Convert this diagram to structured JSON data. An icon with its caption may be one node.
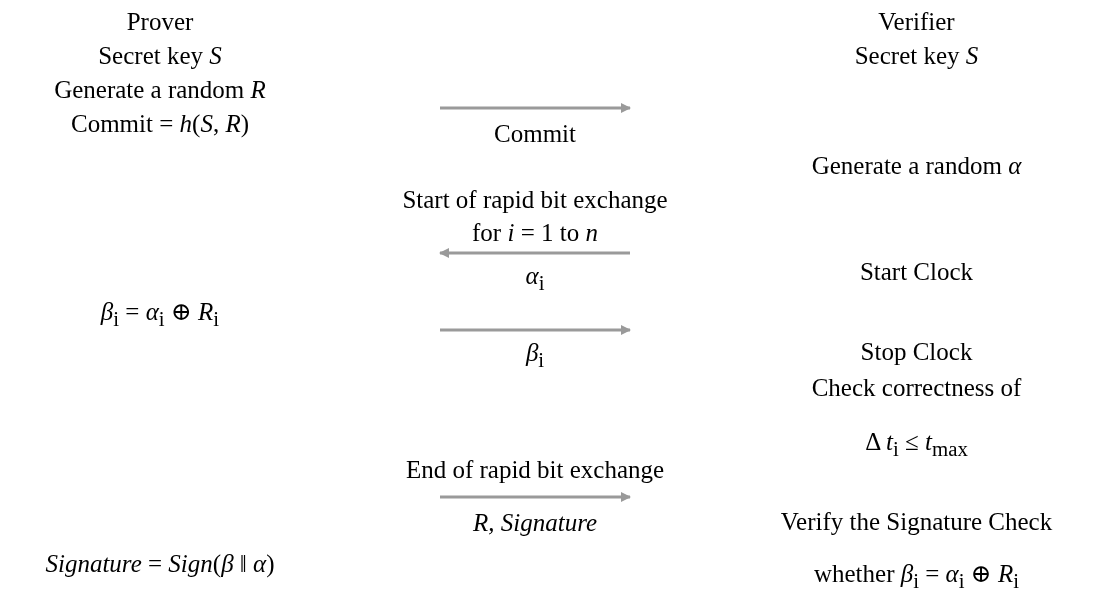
{
  "diagram": {
    "nodes": [
      {
        "text": [
          "Prover",
          "Secret key *S*",
          "Generate a random *R*",
          "Commit = *h*(*S*, *R*)"
        ]
      },
      {
        "text": [
          "Verifier",
          "Secret key *S*"
        ]
      },
      {
        "text": [
          "Generate a random  *α*"
        ]
      },
      {
        "text": [
          "Start Clock"
        ]
      },
      {
        "text": [
          "*β*$_{i}$ = *α*$_{i}$ ⊕ *R*$_{i}$"
        ]
      },
      {
        "text": [
          "Stop Clock",
          "Check correctness of",
          "Δ *t*$_{i}$ ≤ *t*$_{max}$"
        ]
      },
      {
        "text": [
          "*Signature* = *Sign*(*β* ‖ *α*)"
        ]
      },
      {
        "text": [
          "Verify the Signature Check",
          "whether  *β*$_{i}$ = *α*$_{i}$ ⊕ *R*$_{i}$"
        ]
      }
    ],
    "labels": [
      "Commit",
      "Start of rapid bit exchange",
      "for *i* = 1 to *n*",
      "*α*$_{i}$",
      "*β*$_{i}$",
      "End of rapid bit exchange",
      "*R, Signature*"
    ]
  }
}
